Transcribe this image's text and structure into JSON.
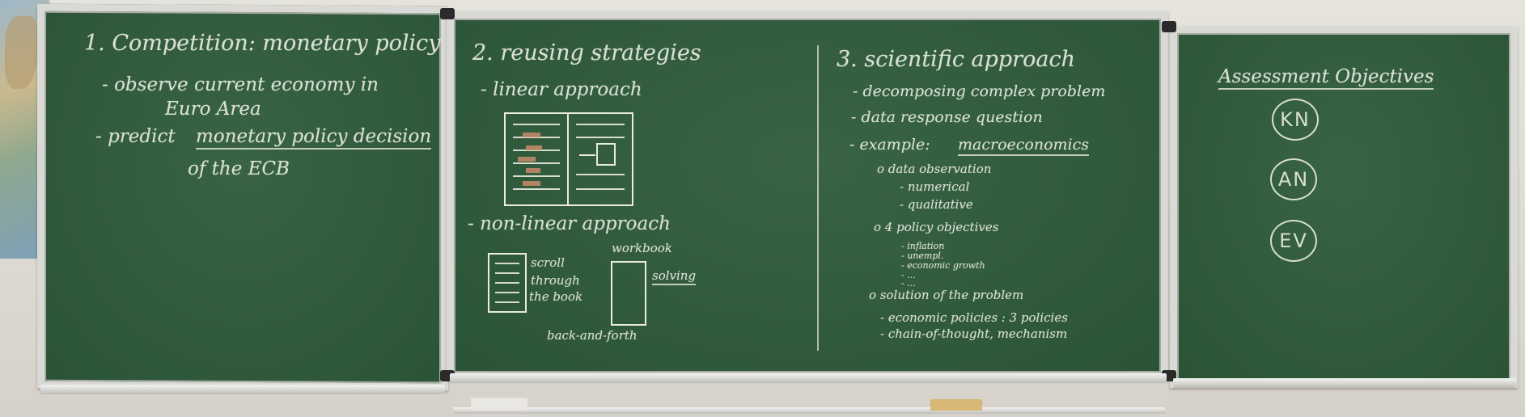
{
  "board1": {
    "heading": "1. Competition: monetary policy",
    "line1": "- observe current economy in",
    "line2": "Euro Area",
    "line3_prefix": "- predict",
    "line3_underlined": "monetary policy decision",
    "line4": "of the ECB"
  },
  "board2": {
    "heading": "2. reusing strategies",
    "linear": "- linear approach",
    "nonlinear": "- non-linear approach",
    "workbook": "workbook",
    "scroll": "scroll",
    "through": "through",
    "the_book": "the book",
    "solving": "solving",
    "back_and_forth": "back-and-forth"
  },
  "board3": {
    "heading": "3. scientific approach",
    "item1": "- decomposing complex problem",
    "item2": "- data response question",
    "item3_prefix": "- example:",
    "item3_underlined": "macroeconomics",
    "sub1": "o data observation",
    "sub1a": "- numerical",
    "sub1b": "- qualitative",
    "sub2": "o 4 policy objectives",
    "sub2a": "- inflation",
    "sub2b": "- unempl.",
    "sub2c": "- economic growth",
    "sub2d": "- ...",
    "sub2e": "- ...",
    "sub3": "o solution of the problem",
    "sub3a": "- economic policies : 3 policies",
    "sub3b": "- chain-of-thought, mechanism"
  },
  "board4": {
    "heading": "Assessment Objectives",
    "objectives": [
      "KN",
      "AN",
      "EV"
    ]
  }
}
